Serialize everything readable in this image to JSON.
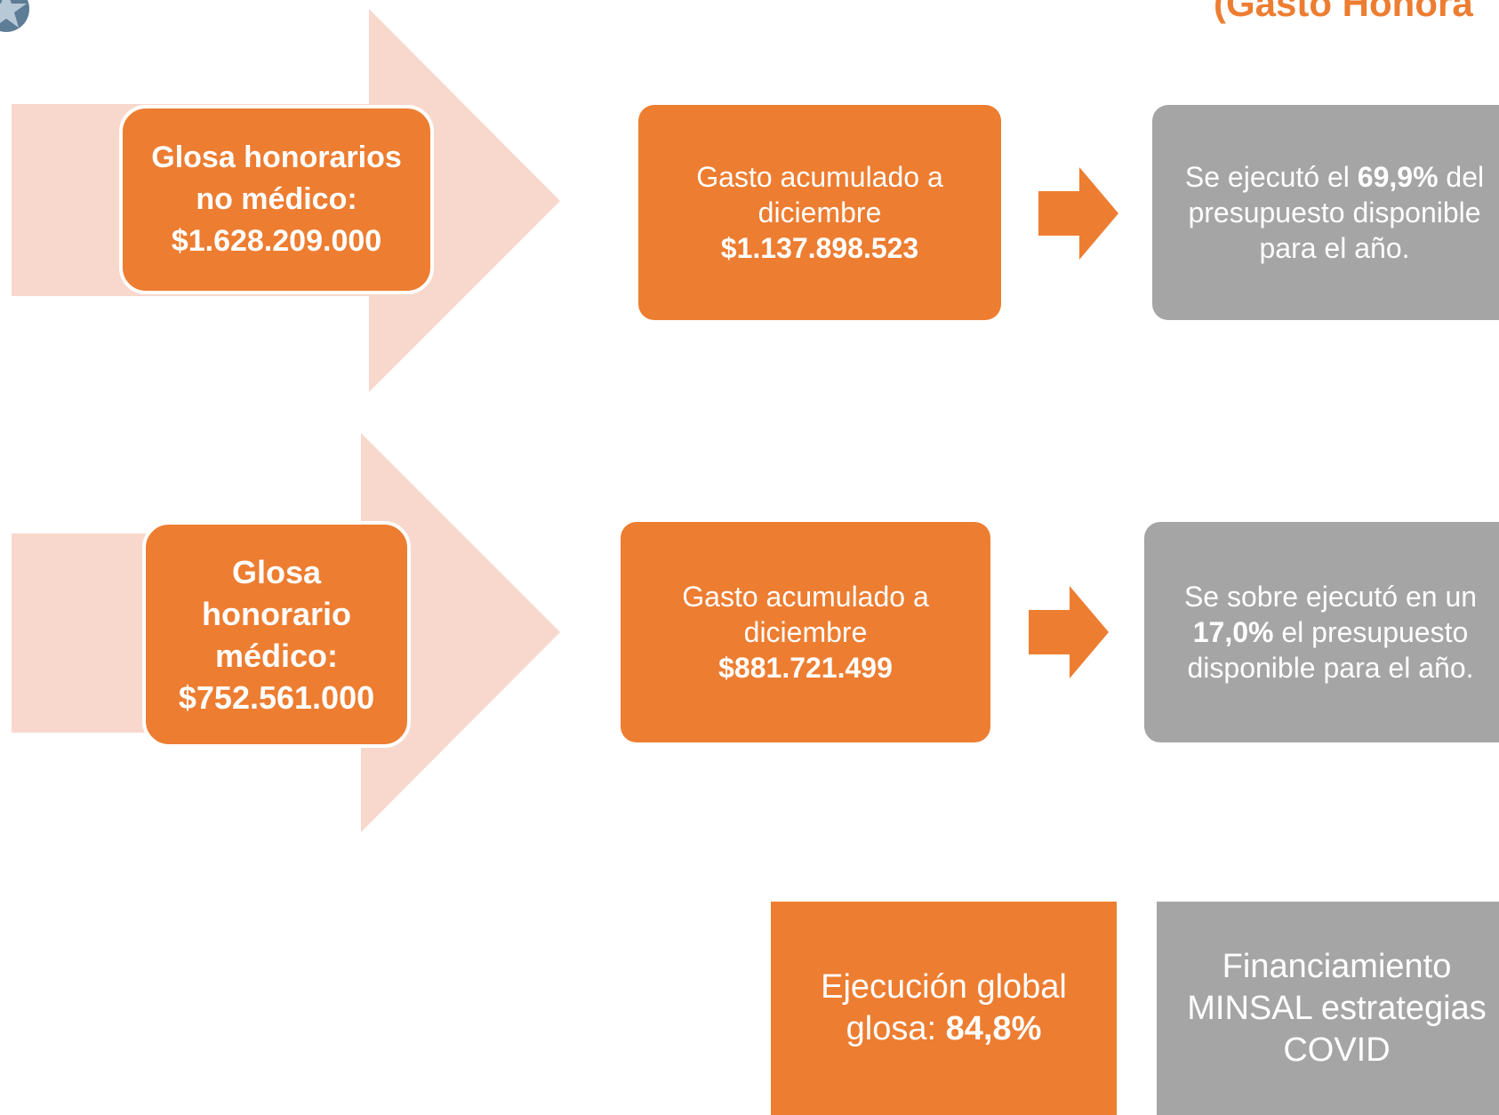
{
  "title": "(Gasto Honora",
  "colors": {
    "orange": "#ED7D31",
    "gray": "#A5A5A5",
    "arrow_bg": "#F8D8CD",
    "title": "#ED7D31"
  },
  "row1": {
    "glosa": {
      "line1": "Glosa honorarios",
      "line2": "no médico:",
      "amount": "$1.628.209.000"
    },
    "gasto": {
      "line1": "Gasto acumulado a",
      "line2": "diciembre",
      "amount": "$1.137.898.523"
    },
    "resultado": {
      "pre": "Se ejecutó el ",
      "pct": "69,9%",
      "post": " del",
      "line2": "presupuesto disponible",
      "line3": "para el año."
    }
  },
  "row2": {
    "glosa": {
      "line1": "Glosa",
      "line2": "honorario",
      "line3": "médico:",
      "amount": "$752.561.000"
    },
    "gasto": {
      "line1": "Gasto acumulado a",
      "line2": "diciembre",
      "amount": "$881.721.499"
    },
    "resultado": {
      "line1": "Se sobre ejecutó en un",
      "pct": "17,0%",
      "post": " el presupuesto",
      "line3": "disponible para el año."
    }
  },
  "bottom": {
    "ejecucion": {
      "line1": "Ejecución global",
      "pre": "glosa: ",
      "pct": "84,8%"
    },
    "financiamiento": {
      "line1": "Financiamiento",
      "line2": "MINSAL estrategias",
      "line3": "COVID"
    }
  },
  "icons": [
    "logo-icon",
    "right-arrow-icon",
    "big-chevron-arrow-icon"
  ]
}
